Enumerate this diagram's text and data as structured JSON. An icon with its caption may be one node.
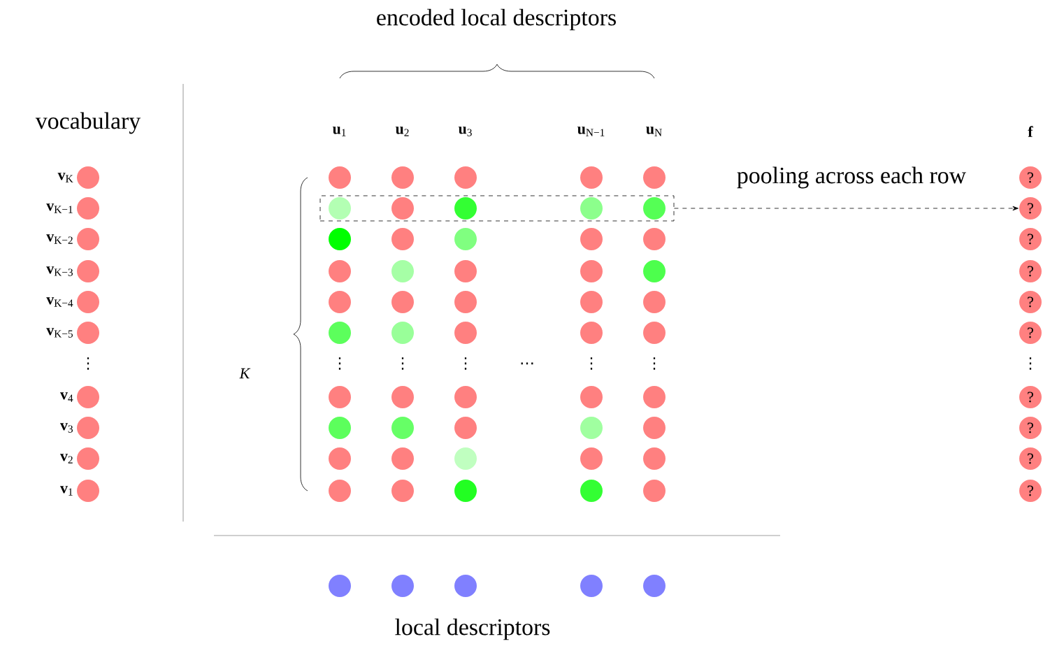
{
  "diagram": {
    "nodes": [
      {
        "text": [],
        "shape": "box"
      },
      {
        "text": [
          "?"
        ]
      },
      {
        "text": [
          "?"
        ]
      },
      {
        "text": [
          "?"
        ]
      },
      {
        "text": [
          "?"
        ]
      },
      {
        "text": [
          "?"
        ]
      },
      {
        "text": [
          "?"
        ]
      },
      {
        "text": [
          "?"
        ]
      },
      {
        "text": [
          "?"
        ]
      },
      {
        "text": [
          "?"
        ]
      },
      {
        "text": [
          "?"
        ]
      }
    ],
    "edges": [
      {
        "from": 0,
        "to": 2,
        "arrow": "to",
        "style": "dashed",
        "label": "pooling across each row"
      }
    ],
    "labels": [
      "encoded local descriptors",
      "vocabulary",
      "**u**$_{1}$",
      "**u**$_{2}$",
      "**u**$_{3}$",
      "**u**$_{N−1}$",
      "**u**$_{N}$",
      "**f**",
      "**v**$_{K}$",
      "**v**$_{K−1}$",
      "**v**$_{K−2}$",
      "**v**$_{K−3}$",
      "**v**$_{K−4}$",
      "**v**$_{K−5}$",
      "K",
      "⋮",
      "⋮",
      "⋮",
      "⋮",
      "…",
      "⋮",
      "⋮",
      "⋮",
      "**v**$_{4}$",
      "**v**$_{3}$",
      "**v**$_{2}$",
      "**v**$_{1}$",
      "local descriptors"
    ]
  }
}
